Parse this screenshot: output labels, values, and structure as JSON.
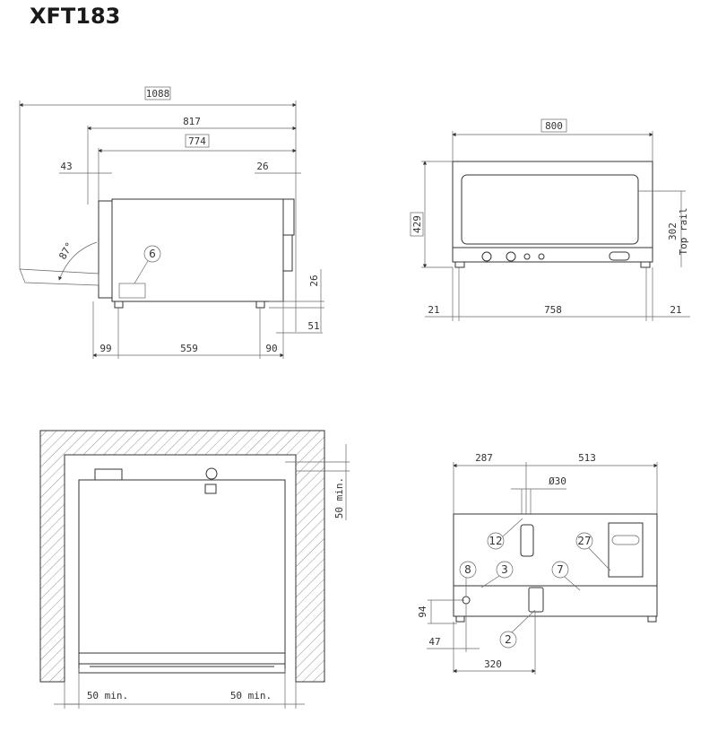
{
  "title": "XFT183",
  "side_view": {
    "overall_length": "1088",
    "length_817": "817",
    "length_774": "774",
    "door_offset": "43",
    "rear_offset": "26",
    "door_angle": "87°",
    "callout": "6",
    "height_26": "26",
    "height_51": "51",
    "foot_front": "99",
    "foot_spacing": "559",
    "foot_rear": "90"
  },
  "front_view": {
    "width": "800",
    "height": "429",
    "top_rail": "302",
    "top_rail_label": "Top rail",
    "side_left": "21",
    "inner_width": "758",
    "side_right": "21"
  },
  "plan_view": {
    "clearance_rear": "50 min.",
    "clearance_left": "50 min.",
    "clearance_right": "50 min."
  },
  "rear_view": {
    "left_width": "287",
    "right_width": "513",
    "diameter": "Ø30",
    "height_94": "94",
    "offset_47": "47",
    "offset_320": "320",
    "callouts": [
      "12",
      "27",
      "8",
      "3",
      "7",
      "2"
    ]
  }
}
